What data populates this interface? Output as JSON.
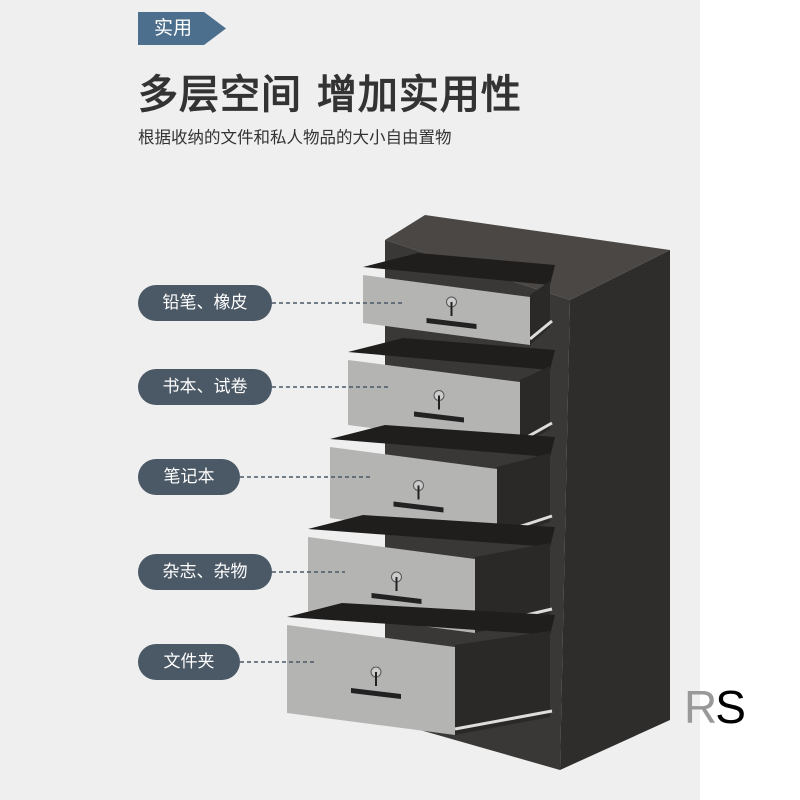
{
  "tag": "实用",
  "title": "多层空间 增加实用性",
  "subtitle": "根据收纳的文件和私人物品的大小自由置物",
  "labels": [
    "铅笔、橡皮",
    "书本、试卷",
    "笔记本",
    "杂志、杂物",
    "文件夹"
  ],
  "watermark": {
    "r": "R",
    "s": "S"
  },
  "colors": {
    "tag": "#4c6f8e",
    "pill": "#4b5866",
    "cabinet": "#3a3836",
    "drawer": "#b4b4b2"
  }
}
